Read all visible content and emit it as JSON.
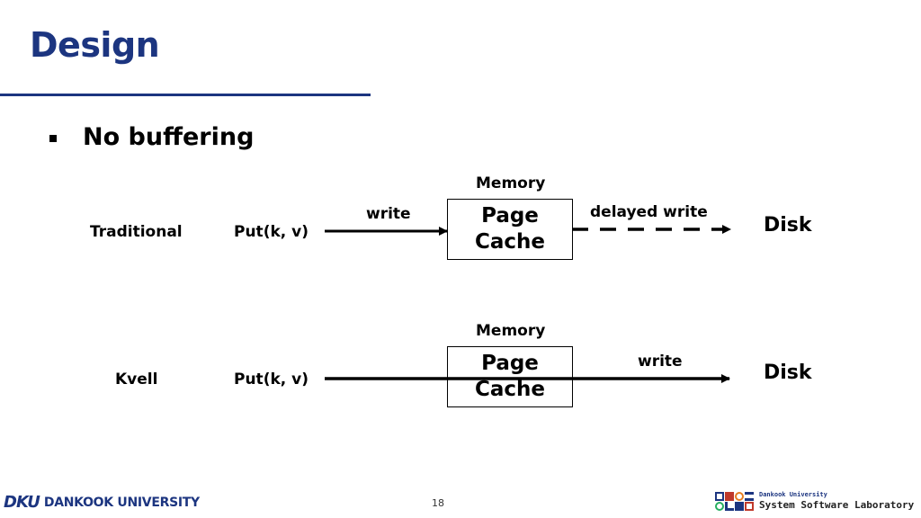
{
  "slide": {
    "title": "Design",
    "bullet": "No buffering",
    "page_number": "18"
  },
  "traditional": {
    "label": "Traditional",
    "op": "Put(k, v)",
    "write_label": "write",
    "memory_label": "Memory",
    "cache_line1": "Page",
    "cache_line2": "Cache",
    "delayed_label": "delayed write",
    "disk_label": "Disk"
  },
  "kvell": {
    "label": "Kvell",
    "op": "Put(k, v)",
    "memory_label": "Memory",
    "cache_line1": "Page",
    "cache_line2": "Cache",
    "write_label": "write",
    "disk_label": "Disk"
  },
  "footer": {
    "university_mark": "DKU",
    "university_name": "DANKOOK UNIVERSITY",
    "lab_sub": "Dankook University",
    "lab_name": "System Software Laboratory"
  },
  "colors": {
    "accent": "#1c3580"
  }
}
